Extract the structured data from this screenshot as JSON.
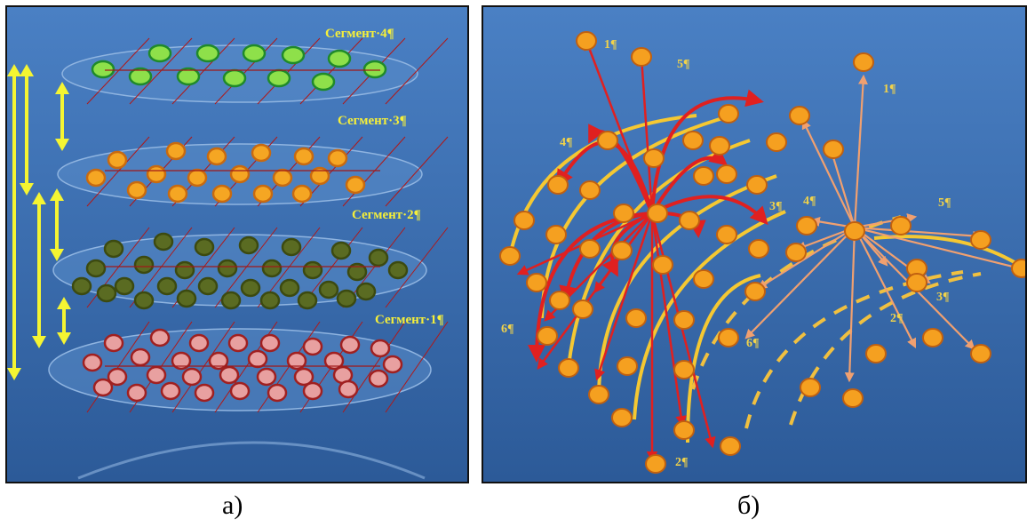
{
  "captions": {
    "a": "а)",
    "b": "б)"
  },
  "panel_a": {
    "segments": [
      {
        "label": "Сегмент·4¶"
      },
      {
        "label": "Сегмент·3¶"
      },
      {
        "label": "Сегмент·2¶"
      },
      {
        "label": "Сегмент·1¶"
      }
    ],
    "colors": {
      "background": "#3d70b0",
      "arrow": "#f5f532",
      "ellipse": "#6a9ad0",
      "seg4_fill": "#8ee04a",
      "seg3_fill": "#f5a623",
      "seg2_fill": "#5a6b22",
      "seg1_fill": "#e8a0a0"
    }
  },
  "panel_b": {
    "labels_left": [
      "1¶",
      "5¶",
      "4¶",
      "3¶",
      "6¶",
      "2¶"
    ],
    "labels_right": [
      "1¶",
      "4¶",
      "5¶",
      "3¶",
      "2¶",
      "6¶"
    ],
    "colors": {
      "background": "#3d70b0",
      "left_arrows": "#e02020",
      "right_arrows": "#f0a070",
      "arcs": "#f5c832",
      "dots": "#f5a020"
    }
  }
}
